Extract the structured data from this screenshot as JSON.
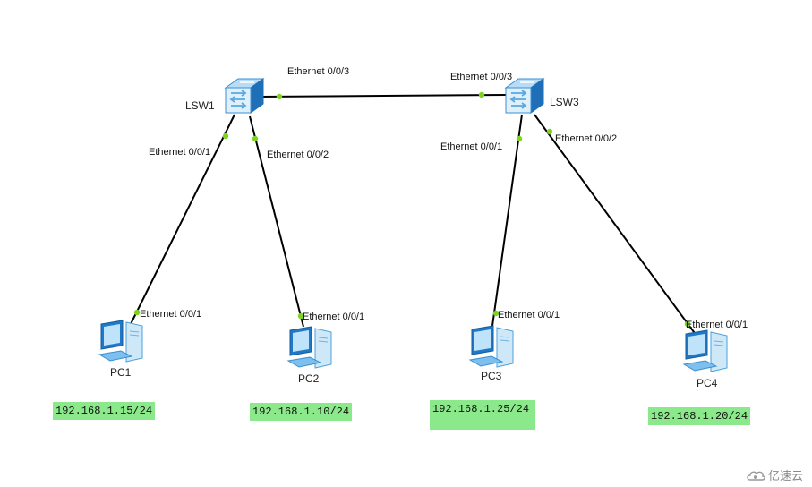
{
  "devices": {
    "lsw1": {
      "name": "LSW1"
    },
    "lsw3": {
      "name": "LSW3"
    },
    "pc1": {
      "name": "PC1",
      "ip": "192.168.1.15/24"
    },
    "pc2": {
      "name": "PC2",
      "ip": "192.168.1.10/24"
    },
    "pc3": {
      "name": "PC3",
      "ip": "192.168.1.25/24"
    },
    "pc4": {
      "name": "PC4",
      "ip": "192.168.1.20/24"
    }
  },
  "ports": {
    "lsw1_e3": "Ethernet 0/0/3",
    "lsw3_e3": "Ethernet 0/0/3",
    "lsw1_e1": "Ethernet 0/0/1",
    "lsw1_e2": "Ethernet 0/0/2",
    "lsw3_e1": "Ethernet 0/0/1",
    "lsw3_e2": "Ethernet 0/0/2",
    "pc1_e1": "Ethernet 0/0/1",
    "pc2_e1": "Ethernet 0/0/1",
    "pc3_e1": "Ethernet 0/0/1",
    "pc4_e1": "Ethernet 0/0/1"
  },
  "watermark": "亿速云",
  "colors": {
    "link": "#000000",
    "port_dot": "#7ed321",
    "ip_bg": "#8be88b",
    "switch_blue": "#2f8fd8"
  }
}
